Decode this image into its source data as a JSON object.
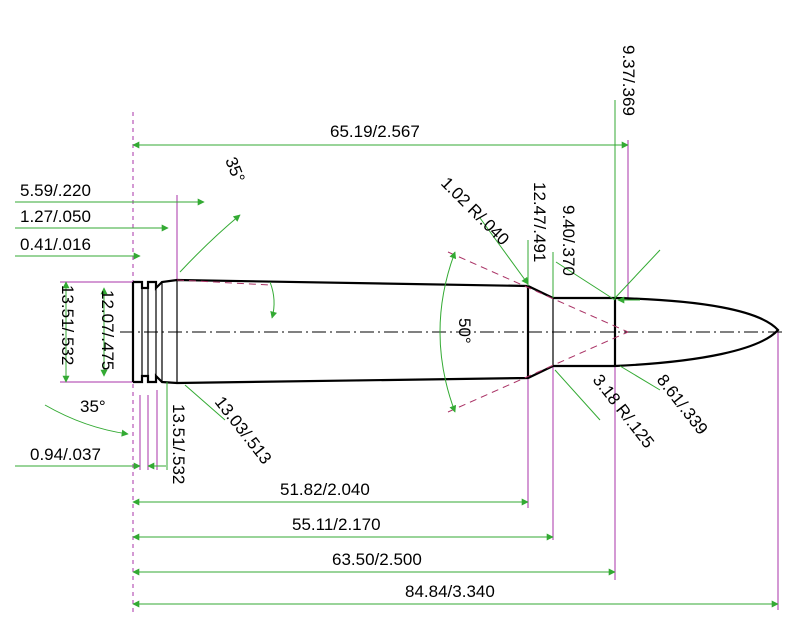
{
  "labels": {
    "oal": "84.84/3.340",
    "neck_end": "63.50/2.500",
    "shoulder_end": "55.11/2.170",
    "shoulder_start": "51.82/2.040",
    "to_bullet_top": "65.19/2.567",
    "extractor_groove": "5.59/.220",
    "groove_depth": "1.27/.050",
    "rim_chamfer": "0.41/.016",
    "rim_thickness": "0.94/.037",
    "rim_dia_left": "13.51/.532",
    "groove_dia": "12.07/.475",
    "base_dia": "13.51/.532",
    "head_dia": "13.03/.513",
    "angle_top": "35°",
    "angle_bottom": "35°",
    "shoulder_angle": "50°",
    "shoulder_radius": "1.02 R/.040",
    "shoulder_dia": "12.47/.491",
    "neck_dia": "9.40/.370",
    "bullet_dia": "9.37/.369",
    "neck_radius": "3.18 R/.125",
    "bullet_dia2": "8.61/.339"
  }
}
